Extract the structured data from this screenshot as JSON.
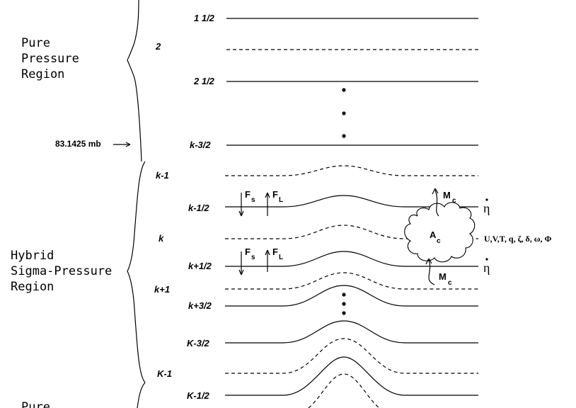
{
  "regions": {
    "pure_pressure": [
      "Pure",
      "Pressure",
      "Region"
    ],
    "hybrid": [
      "Hybrid",
      "Sigma-Pressure",
      "Region"
    ],
    "bottom_partial": "Pure"
  },
  "pressure_marker": "83.1425 mb",
  "interface_labels": {
    "l1": "1 1/2",
    "l2": "2 1/2",
    "l3": "k-3/2",
    "l4": "k-1/2",
    "l5": "k+1/2",
    "l6": "k+3/2",
    "l7": "K-3/2",
    "l8": "K-1/2"
  },
  "mid_labels": {
    "m1": "2",
    "m2": "k-1",
    "m3": "k",
    "m4": "k+1",
    "m5": "K-1"
  },
  "fluxes": {
    "fs": "F",
    "fs_sub": "s",
    "fl": "F",
    "fl_sub": "L"
  },
  "cloud": {
    "mc": "M",
    "mc_sub": "c",
    "ac": "A",
    "ac_sub": "c"
  },
  "eta_dot": "η",
  "variables": "U,V,T, q,  ζ, δ, ω, Φ"
}
